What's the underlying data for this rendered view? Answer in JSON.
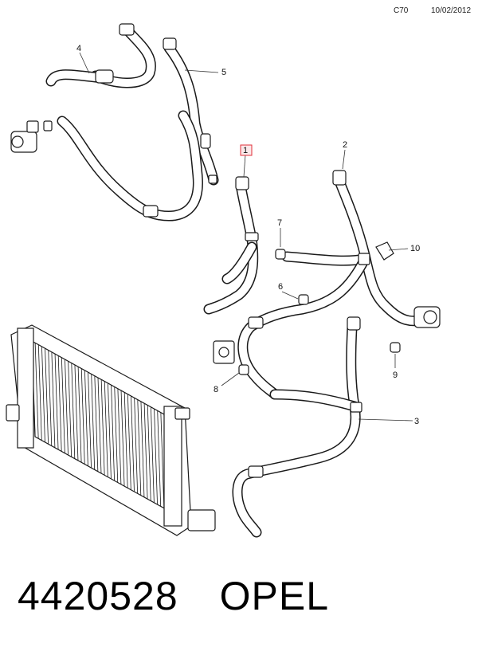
{
  "header": {
    "code": "C70",
    "date": "10/02/2012"
  },
  "callouts": [
    {
      "id": "1",
      "label": "1",
      "highlighted": true
    },
    {
      "id": "2",
      "label": "2"
    },
    {
      "id": "3",
      "label": "3"
    },
    {
      "id": "4",
      "label": "4"
    },
    {
      "id": "5",
      "label": "5"
    },
    {
      "id": "6",
      "label": "6"
    },
    {
      "id": "7",
      "label": "7"
    },
    {
      "id": "8",
      "label": "8"
    },
    {
      "id": "9",
      "label": "9"
    },
    {
      "id": "10",
      "label": "10"
    }
  ],
  "highlight_color": "#e0303a",
  "footer": {
    "part_number": "4420528",
    "brand": "OPEL"
  }
}
